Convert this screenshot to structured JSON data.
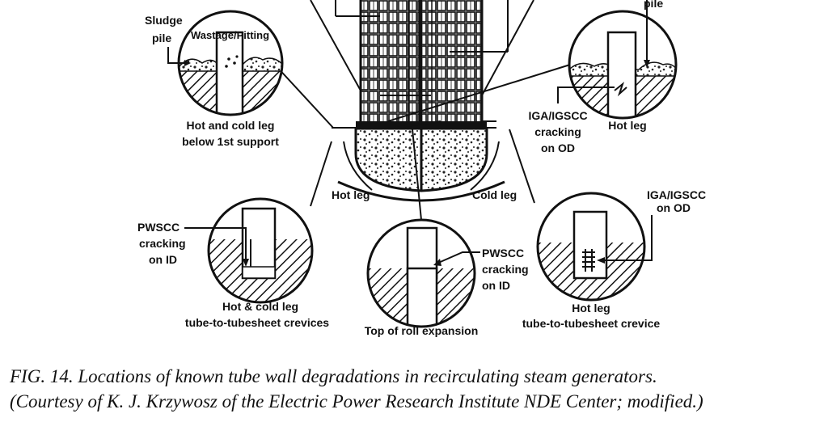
{
  "labels": {
    "sludge_pile_a": "Sludge",
    "sludge_pile_b": "pile",
    "wastage": "Wastage/Pitting",
    "hot_cold_below_a": "Hot and cold leg",
    "hot_cold_below_b": "below 1st support",
    "pile_top_right": "pile",
    "iga_od_mid_a": "IGA/IGSCC",
    "iga_od_mid_b": "cracking",
    "iga_od_mid_c": "on OD",
    "hot_leg_upper": "Hot leg",
    "hot_leg_center": "Hot leg",
    "cold_leg_center": "Cold leg",
    "pwscc_id_left_a": "PWSCC",
    "pwscc_id_left_b": "cracking",
    "pwscc_id_left_c": "on ID",
    "hot_cold_tts_a": "Hot & cold leg",
    "hot_cold_tts_b": "tube-to-tubesheet crevices",
    "pwscc_id_mid_a": "PWSCC",
    "pwscc_id_mid_b": "cracking",
    "pwscc_id_mid_c": "on ID",
    "top_roll": "Top of roll expansion",
    "iga_od_right_a": "IGA/IGSCC",
    "iga_od_right_b": "on OD",
    "hot_leg_tts_a": "Hot leg",
    "hot_leg_tts_b": "tube-to-tubesheet crevice"
  },
  "caption": {
    "line1": "FIG. 14. Locations of known tube wall degradations in recirculating steam generators.",
    "line2": "(Courtesy of K. J. Krzywosz of the Electric Power Research Institute NDE Center; modified.)"
  }
}
